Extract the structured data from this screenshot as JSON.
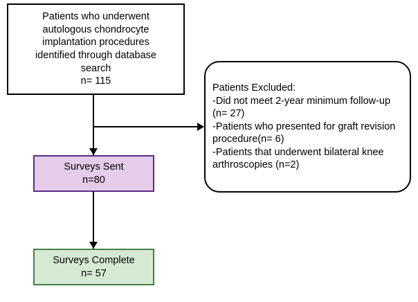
{
  "diagram": {
    "type": "flowchart",
    "nodes": {
      "identified": {
        "lines": [
          "Patients who underwent",
          "autologous chondrocyte",
          "implantation procedures",
          "identified through database",
          "search",
          "n= 115"
        ]
      },
      "excluded": {
        "lines": [
          "Patients Excluded:",
          "-Did not meet 2-year minimum follow-up (n= 27)",
          "-Patients who presented for graft revision procedure(n= 6)",
          "-Patients that underwent bilateral knee arthroscopies (n=2)"
        ]
      },
      "surveys_sent": {
        "lines": [
          "Surveys Sent",
          "n=80"
        ],
        "fill_color": "#e4ccea",
        "border_color": "#5b2d82"
      },
      "surveys_complete": {
        "lines": [
          "Surveys Complete",
          "n= 57"
        ],
        "fill_color": "#d6ead3",
        "border_color": "#4a7c4a"
      }
    },
    "connectors": [
      {
        "name": "identified-to-surveys-sent",
        "direction": "down"
      },
      {
        "name": "identified-to-excluded",
        "direction": "right"
      },
      {
        "name": "surveys-sent-to-surveys-complete",
        "direction": "down"
      }
    ]
  }
}
